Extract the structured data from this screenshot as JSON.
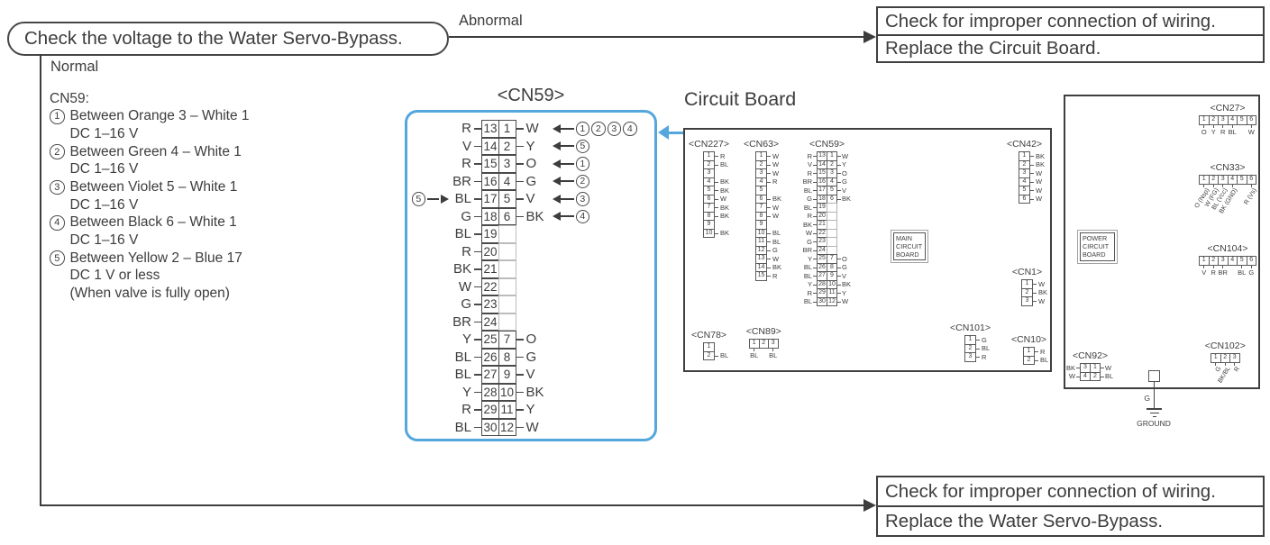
{
  "flow": {
    "start_label": "Check the voltage to the Water Servo-Bypass.",
    "abnormal_label": "Abnormal",
    "normal_label": "Normal",
    "abnormal_outcome": [
      "Check for improper connection of wiring.",
      "Replace the Circuit Board."
    ],
    "normal_outcome": [
      "Check for improper connection of wiring.",
      "Replace the Water Servo-Bypass."
    ]
  },
  "instructions": {
    "heading": "CN59:",
    "items": [
      {
        "num": "1",
        "lines": [
          "Between Orange 3 – White 1",
          "DC 1–16 V"
        ]
      },
      {
        "num": "2",
        "lines": [
          "Between Green 4 – White 1",
          "DC 1–16 V"
        ]
      },
      {
        "num": "3",
        "lines": [
          "Between Violet 5 – White 1",
          "DC 1–16 V"
        ]
      },
      {
        "num": "4",
        "lines": [
          "Between Black 6 – White 1",
          "DC 1–16 V"
        ]
      },
      {
        "num": "5",
        "lines": [
          "Between Yellow 2 – Blue 17",
          "DC 1 V or less",
          "(When valve is fully open)"
        ]
      }
    ]
  },
  "cn59_detail": {
    "title": "<CN59>",
    "rows": [
      {
        "lc": "R",
        "lp": "13",
        "rp": "1",
        "rc": "W",
        "arrows": [
          "1",
          "2",
          "3",
          "4"
        ]
      },
      {
        "lc": "V",
        "lp": "14",
        "rp": "2",
        "rc": "Y",
        "arrows": [
          "5"
        ]
      },
      {
        "lc": "R",
        "lp": "15",
        "rp": "3",
        "rc": "O",
        "arrows": [
          "1"
        ]
      },
      {
        "lc": "BR",
        "lp": "16",
        "rp": "4",
        "rc": "G",
        "arrows": [
          "2"
        ]
      },
      {
        "lc": "BL",
        "lp": "17",
        "rp": "5",
        "rc": "V",
        "arrows": [
          "3"
        ],
        "probe": "5"
      },
      {
        "lc": "G",
        "lp": "18",
        "rp": "6",
        "rc": "BK",
        "arrows": [
          "4"
        ]
      },
      {
        "lc": "BL",
        "lp": "19"
      },
      {
        "lc": "R",
        "lp": "20"
      },
      {
        "lc": "BK",
        "lp": "21"
      },
      {
        "lc": "W",
        "lp": "22"
      },
      {
        "lc": "G",
        "lp": "23"
      },
      {
        "lc": "BR",
        "lp": "24"
      },
      {
        "lc": "Y",
        "lp": "25",
        "rp": "7",
        "rc": "O"
      },
      {
        "lc": "BL",
        "lp": "26",
        "rp": "8",
        "rc": "G"
      },
      {
        "lc": "BL",
        "lp": "27",
        "rp": "9",
        "rc": "V"
      },
      {
        "lc": "Y",
        "lp": "28",
        "rp": "10",
        "rc": "BK"
      },
      {
        "lc": "R",
        "lp": "29",
        "rp": "11",
        "rc": "Y"
      },
      {
        "lc": "BL",
        "lp": "30",
        "rp": "12",
        "rc": "W"
      }
    ]
  },
  "main_board": {
    "title": "Circuit Board",
    "label_lines": [
      "MAIN",
      "CIRCUIT",
      "BOARD"
    ],
    "connectors": [
      {
        "id": "cn227",
        "title": "<CN227>",
        "type": "v",
        "pins": [
          [
            "1",
            "R"
          ],
          [
            "2",
            "BL"
          ],
          [
            "3",
            ""
          ],
          [
            "4",
            "BK"
          ],
          [
            "5",
            "BK"
          ],
          [
            "6",
            "W"
          ],
          [
            "7",
            "BK"
          ],
          [
            "8",
            "BK"
          ],
          [
            "9",
            ""
          ],
          [
            "10",
            "BK"
          ]
        ]
      },
      {
        "id": "cn63",
        "title": "<CN63>",
        "type": "v",
        "pins": [
          [
            "1",
            "W"
          ],
          [
            "2",
            "W"
          ],
          [
            "3",
            "W"
          ],
          [
            "4",
            "R"
          ],
          [
            "5",
            ""
          ],
          [
            "6",
            "BK"
          ],
          [
            "7",
            "W"
          ],
          [
            "8",
            "W"
          ],
          [
            "9",
            ""
          ],
          [
            "10",
            "BL"
          ],
          [
            "11",
            "BL"
          ],
          [
            "12",
            "G"
          ],
          [
            "13",
            "W"
          ],
          [
            "14",
            "BK"
          ],
          [
            "15",
            "R"
          ]
        ]
      },
      {
        "id": "cn59s",
        "title": "<CN59>",
        "type": "dual",
        "rows": [
          [
            "R",
            "13",
            "1",
            "W"
          ],
          [
            "V",
            "14",
            "2",
            "Y"
          ],
          [
            "R",
            "15",
            "3",
            "O"
          ],
          [
            "BR",
            "16",
            "4",
            "G"
          ],
          [
            "BL",
            "17",
            "5",
            "V"
          ],
          [
            "G",
            "18",
            "6",
            "BK"
          ],
          [
            "BL",
            "19",
            "",
            ""
          ],
          [
            "R",
            "20",
            "",
            ""
          ],
          [
            "BK",
            "21",
            "",
            ""
          ],
          [
            "W",
            "22",
            "",
            ""
          ],
          [
            "G",
            "23",
            "",
            ""
          ],
          [
            "BR",
            "24",
            "",
            ""
          ],
          [
            "Y",
            "25",
            "7",
            "O"
          ],
          [
            "BL",
            "26",
            "8",
            "G"
          ],
          [
            "BL",
            "27",
            "9",
            "V"
          ],
          [
            "Y",
            "28",
            "10",
            "BK"
          ],
          [
            "R",
            "29",
            "11",
            "Y"
          ],
          [
            "BL",
            "30",
            "12",
            "W"
          ]
        ]
      },
      {
        "id": "cn42",
        "title": "<CN42>",
        "type": "v",
        "pins": [
          [
            "1",
            "BK"
          ],
          [
            "2",
            "BK"
          ],
          [
            "3",
            "W"
          ],
          [
            "4",
            "W"
          ],
          [
            "5",
            "W"
          ],
          [
            "6",
            "W"
          ]
        ]
      },
      {
        "id": "cn1",
        "title": "<CN1>",
        "type": "v",
        "pins": [
          [
            "1",
            "W"
          ],
          [
            "2",
            "BK"
          ],
          [
            "3",
            "W"
          ]
        ]
      },
      {
        "id": "cn101",
        "title": "<CN101>",
        "type": "v",
        "pins": [
          [
            "1",
            "G"
          ],
          [
            "2",
            "BL"
          ],
          [
            "3",
            "R"
          ]
        ]
      },
      {
        "id": "cn10",
        "title": "<CN10>",
        "type": "v",
        "pins": [
          [
            "1",
            "R"
          ],
          [
            "2",
            "BL"
          ]
        ]
      },
      {
        "id": "cn78",
        "title": "<CN78>",
        "type": "v",
        "pins": [
          [
            "1",
            ""
          ],
          [
            "2",
            "BL"
          ]
        ]
      },
      {
        "id": "cn89",
        "title": "<CN89>",
        "type": "h",
        "rotated": false,
        "pins": [
          [
            "1",
            "BL"
          ],
          [
            "2",
            ""
          ],
          [
            "3",
            "BL"
          ]
        ]
      }
    ]
  },
  "power_board": {
    "label_lines": [
      "POWER",
      "CIRCUIT",
      "BOARD"
    ],
    "connectors": [
      {
        "id": "cn27",
        "title": "<CN27>",
        "type": "h",
        "rotated": false,
        "pins": [
          [
            "1",
            "O"
          ],
          [
            "2",
            "Y"
          ],
          [
            "3",
            "R"
          ],
          [
            "4",
            "BL"
          ],
          [
            "5",
            ""
          ],
          [
            "6",
            "W"
          ]
        ]
      },
      {
        "id": "cn33",
        "title": "<CN33>",
        "type": "h",
        "rotated": true,
        "pins": [
          [
            "1",
            "O (Nsp)"
          ],
          [
            "2",
            "W (FG)"
          ],
          [
            "3",
            "BL (Vcc)"
          ],
          [
            "4",
            "BK (GND)"
          ],
          [
            "5",
            ""
          ],
          [
            "6",
            "R (Vs)"
          ]
        ]
      },
      {
        "id": "cn104",
        "title": "<CN104>",
        "type": "h",
        "rotated": false,
        "pins": [
          [
            "1",
            "V"
          ],
          [
            "2",
            "R"
          ],
          [
            "3",
            "BR"
          ],
          [
            "4",
            ""
          ],
          [
            "5",
            "BL"
          ],
          [
            "6",
            "G"
          ]
        ]
      },
      {
        "id": "cn102",
        "title": "<CN102>",
        "type": "h",
        "rotated": true,
        "pins": [
          [
            "1",
            "G"
          ],
          [
            "2",
            "BK/BL"
          ],
          [
            "3",
            "R"
          ]
        ]
      },
      {
        "id": "cn92",
        "title": "<CN92>",
        "type": "dual",
        "rows": [
          [
            "BK",
            "3",
            "1",
            "W"
          ],
          [
            "W",
            "4",
            "2",
            "BL"
          ]
        ]
      }
    ],
    "ground": {
      "wire_label": "G",
      "caption": "GROUND"
    }
  },
  "colors": {
    "accent_blue": "#54a7dd",
    "line_dark": "#3d3d3d"
  }
}
